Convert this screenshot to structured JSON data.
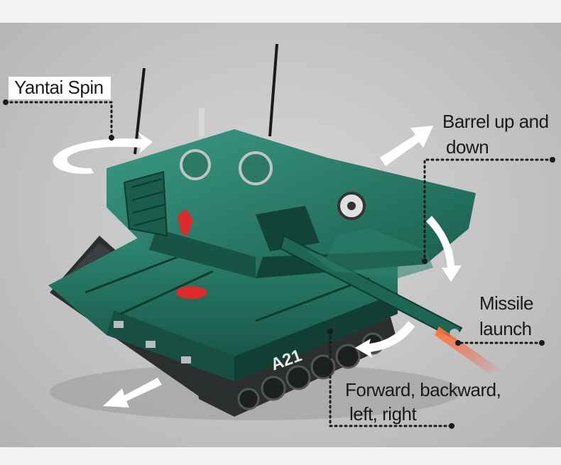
{
  "labels": {
    "spin": "Yantai Spin",
    "barrel_line1": "Barrel up and",
    "barrel_line2": "down",
    "missile_line1": "Missile",
    "missile_line2": "launch",
    "drive_line1": "Forward, backward,",
    "drive_line2": "left, right"
  },
  "model": {
    "hull_number": "A21",
    "body_color": "#1f6b5a",
    "accent_color": "#e02a2a"
  }
}
